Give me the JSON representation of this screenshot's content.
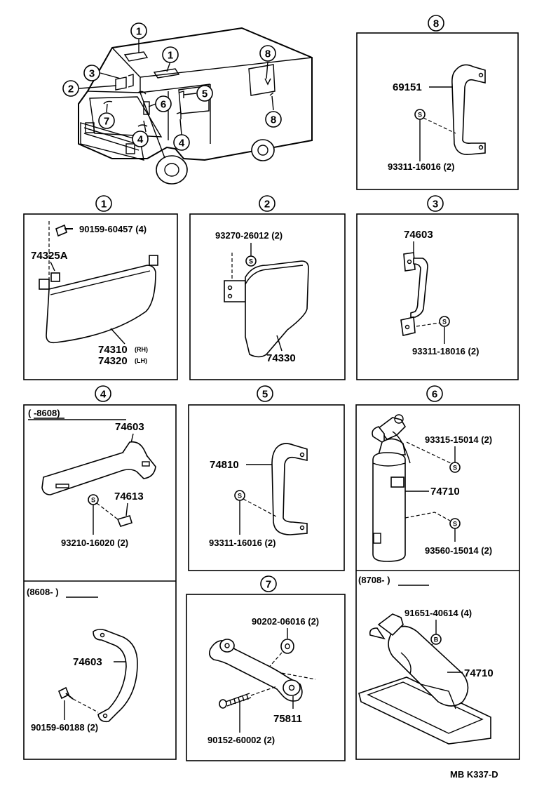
{
  "callouts": {
    "c1": "1",
    "c2": "2",
    "c3": "3",
    "c4": "4",
    "c5": "5",
    "c6": "6",
    "c7": "7",
    "c8": "8"
  },
  "screw_symbol": "S",
  "bolt_symbol": "B",
  "panel8": {
    "part_a": "69151",
    "part_b": "93311-16016 (2)"
  },
  "panel1": {
    "part_a": "90159-60457 (4)",
    "part_b": "74325A",
    "part_c": "74310",
    "part_c_side": "(RH)",
    "part_d": "74320",
    "part_d_side": "(LH)"
  },
  "panel2": {
    "part_a": "93270-26012 (2)",
    "part_b": "74330"
  },
  "panel3": {
    "part_a": "74603",
    "part_b": "93311-18016 (2)"
  },
  "panel4a": {
    "range": "(        -8608)",
    "part_a": "74603",
    "part_b": "74613",
    "part_c": "93210-16020 (2)"
  },
  "panel4b": {
    "range": "(8608-          )",
    "part_a": "74603",
    "part_b": "90159-60188 (2)"
  },
  "panel5": {
    "part_a": "74810",
    "part_b": "93311-16016 (2)"
  },
  "panel6a": {
    "part_a": "93315-15014 (2)",
    "part_b": "74710",
    "part_c": "93560-15014 (2)"
  },
  "panel6b": {
    "range": "(8708-          )",
    "part_a": "91651-40614 (4)",
    "part_b": "74710"
  },
  "panel7": {
    "part_a": "90202-06016 (2)",
    "part_b": "75811",
    "part_c": "90152-60002 (2)"
  },
  "footer": {
    "code": "MB K337-D"
  }
}
